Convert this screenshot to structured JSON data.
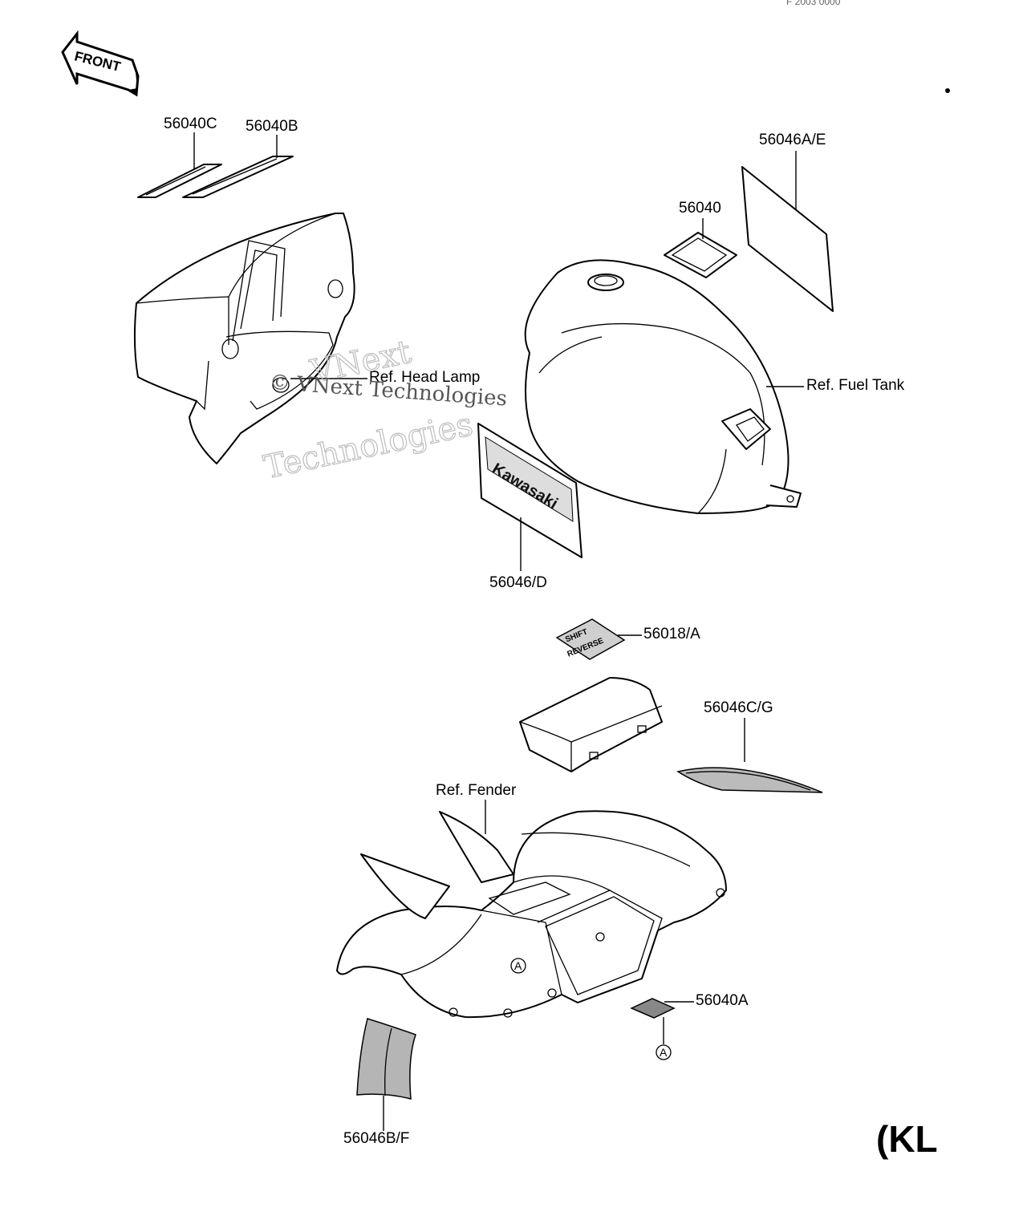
{
  "front_arrow": {
    "label": "FRONT"
  },
  "header_fragment": "F 2003 0000",
  "part_labels": [
    {
      "id": "56040C",
      "text": "56040C"
    },
    {
      "id": "56040B",
      "text": "56040B"
    },
    {
      "id": "56046AE",
      "text": "56046A/E"
    },
    {
      "id": "56040",
      "text": "56040"
    },
    {
      "id": "56046D",
      "text": "56046/D"
    },
    {
      "id": "56018A",
      "text": "56018/A"
    },
    {
      "id": "56046CG",
      "text": "56046C/G"
    },
    {
      "id": "56040A",
      "text": "56040A"
    },
    {
      "id": "56046BF",
      "text": "56046B/F"
    }
  ],
  "reference_labels": [
    {
      "id": "head-lamp",
      "text": "Ref. Head Lamp"
    },
    {
      "id": "fuel-tank",
      "text": "Ref. Fuel Tank"
    },
    {
      "id": "fender",
      "text": "Ref. Fender"
    }
  ],
  "callout_marks": [
    "A",
    "A"
  ],
  "decal_text": {
    "brand": "Kawasaki",
    "shift_line1": "SHIFT",
    "shift_line2": "REVERSE"
  },
  "watermark": {
    "line1": "VNext",
    "line2": "Technologies",
    "overlay": "© VNext Technologies"
  },
  "model_code_fragment": "(KL"
}
